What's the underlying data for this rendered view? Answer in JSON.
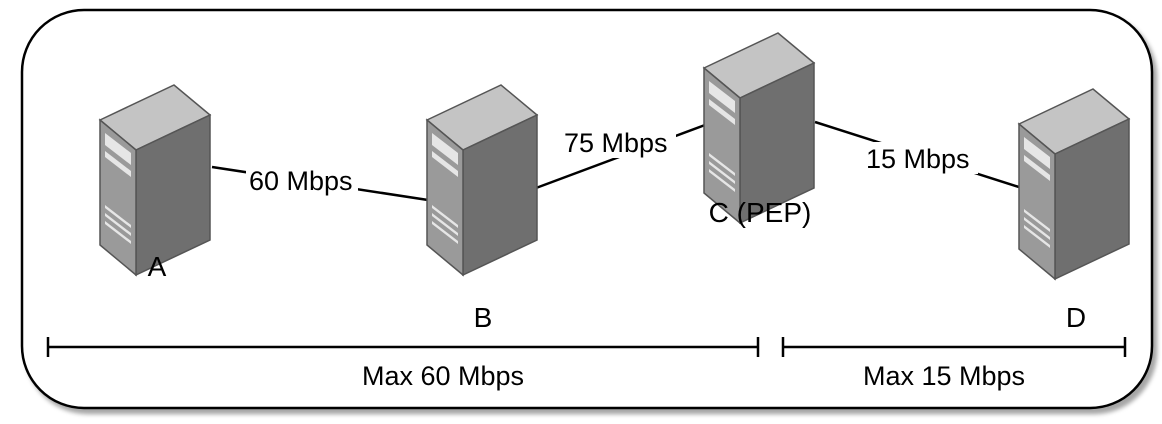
{
  "nodes": [
    {
      "id": "A",
      "label": "A"
    },
    {
      "id": "B",
      "label": "B"
    },
    {
      "id": "C",
      "label": "C (PEP)"
    },
    {
      "id": "D",
      "label": "D"
    }
  ],
  "links": [
    {
      "from": "A",
      "to": "B",
      "label": "60 Mbps"
    },
    {
      "from": "B",
      "to": "C",
      "label": "75 Mbps"
    },
    {
      "from": "C",
      "to": "D",
      "label": "15 Mbps"
    }
  ],
  "segments": [
    {
      "label": "Max 60 Mbps"
    },
    {
      "label": "Max 15 Mbps"
    }
  ],
  "colors": {
    "server_front": "#9a9a9a",
    "server_side": "#6f6f6f",
    "server_top": "#c4c4c4",
    "stroke": "#1a1a1a",
    "panel": "#ffffff"
  }
}
